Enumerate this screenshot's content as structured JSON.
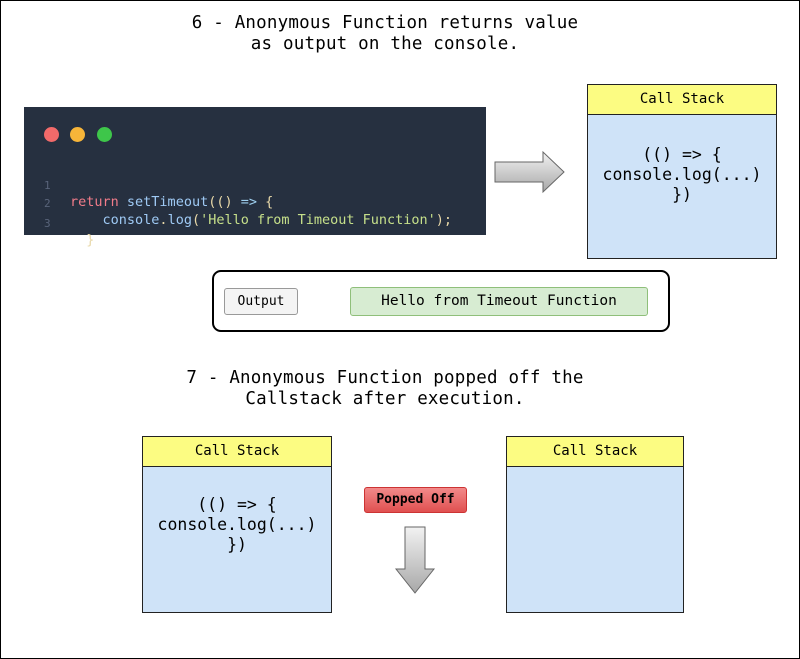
{
  "step6": {
    "title": "6 - Anonymous Function returns value\nas output on the console."
  },
  "editor": {
    "window_dots": [
      "#f26a6a",
      "#f7b539",
      "#3ec64a"
    ],
    "lines": [
      {
        "number": "1",
        "tokens": [
          "return",
          " ",
          "setTimeout",
          "(() ",
          "=>",
          " {"
        ]
      },
      {
        "number": "2",
        "tokens": [
          "    ",
          "console",
          ".",
          "log",
          "(",
          "'Hello from Timeout Function'",
          ");"
        ]
      },
      {
        "number": "3",
        "tokens": [
          "  }"
        ]
      }
    ]
  },
  "call_stack_top": {
    "header": "Call Stack",
    "frame": "(() => {\nconsole.log(...)\n})"
  },
  "output": {
    "label": "Output",
    "text": "Hello from Timeout Function"
  },
  "step7": {
    "title": "7 - Anonymous Function popped off the\nCallstack after execution."
  },
  "call_stack_before": {
    "header": "Call Stack",
    "frame": "(() => {\nconsole.log(...)\n})"
  },
  "call_stack_after": {
    "header": "Call Stack",
    "frame": ""
  },
  "popped": {
    "label": "Popped Off"
  },
  "colors": {
    "editor_bg": "#263040",
    "stack_header": "#fcfc82",
    "stack_body": "#cfe3f8",
    "output_text_bg": "#d7ecd2",
    "popped_badge": "#e05050"
  }
}
